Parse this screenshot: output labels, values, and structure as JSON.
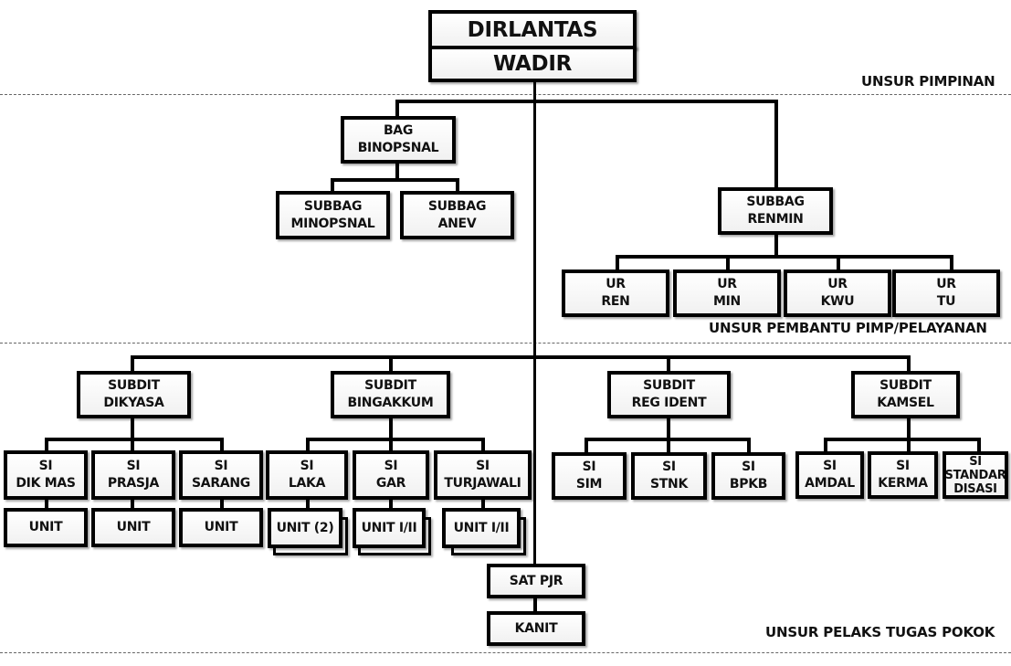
{
  "zones": {
    "pimpinan": "UNSUR PIMPINAN",
    "pembantu": "UNSUR PEMBANTU PIMP/PELAYANAN",
    "pelaks": "UNSUR PELAKS TUGAS POKOK"
  },
  "top": {
    "title": "DIRLANTAS",
    "deputy": "WADIR"
  },
  "bag_binopsnal": {
    "l1": "BAG",
    "l2": "BINOPSNAL",
    "children": [
      {
        "l1": "SUBBAG",
        "l2": "MINOPSNAL"
      },
      {
        "l1": "SUBBAG",
        "l2": "ANEV"
      }
    ]
  },
  "subbag_renmin": {
    "l1": "SUBBAG",
    "l2": "RENMIN",
    "children": [
      {
        "l1": "UR",
        "l2": "REN"
      },
      {
        "l1": "UR",
        "l2": "MIN"
      },
      {
        "l1": "UR",
        "l2": "KWU"
      },
      {
        "l1": "UR",
        "l2": "TU"
      }
    ]
  },
  "subdits": [
    {
      "l1": "SUBDIT",
      "l2": "DIKYASA",
      "children": [
        {
          "l1": "SI",
          "l2": "DIK MAS",
          "unit": "UNIT"
        },
        {
          "l1": "SI",
          "l2": "PRASJA",
          "unit": "UNIT"
        },
        {
          "l1": "SI",
          "l2": "SARANG",
          "unit": "UNIT"
        }
      ]
    },
    {
      "l1": "SUBDIT",
      "l2": "BINGAKKUM",
      "children": [
        {
          "l1": "SI",
          "l2": "LAKA",
          "unit": "UNIT (2)"
        },
        {
          "l1": "SI",
          "l2": "GAR",
          "unit": "UNIT I/II"
        },
        {
          "l1": "SI",
          "l2": "TURJAWALI",
          "unit": "UNIT I/II"
        }
      ]
    },
    {
      "l1": "SUBDIT",
      "l2": "REG IDENT",
      "children": [
        {
          "l1": "SI",
          "l2": "SIM"
        },
        {
          "l1": "SI",
          "l2": "STNK"
        },
        {
          "l1": "SI",
          "l2": "BPKB"
        }
      ]
    },
    {
      "l1": "SUBDIT",
      "l2": "KAMSEL",
      "children": [
        {
          "l1": "SI",
          "l2": "AMDAL"
        },
        {
          "l1": "SI",
          "l2": "KERMA"
        },
        {
          "l1": "SI",
          "l2": "STANDAR",
          "l3": "DISASI"
        }
      ]
    }
  ],
  "sat_pjr": {
    "label": "SAT PJR",
    "child": "KANIT"
  }
}
